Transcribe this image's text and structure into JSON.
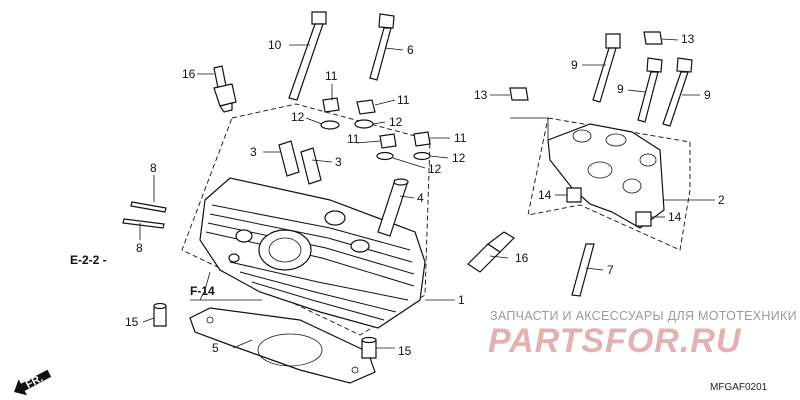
{
  "parts": [
    {
      "id": "1",
      "label": "1"
    },
    {
      "id": "2",
      "label": "2"
    },
    {
      "id": "3a",
      "label": "3"
    },
    {
      "id": "3b",
      "label": "3"
    },
    {
      "id": "4",
      "label": "4"
    },
    {
      "id": "5",
      "label": "5"
    },
    {
      "id": "6",
      "label": "6"
    },
    {
      "id": "7",
      "label": "7"
    },
    {
      "id": "8a",
      "label": "8"
    },
    {
      "id": "8b",
      "label": "8"
    },
    {
      "id": "9a",
      "label": "9"
    },
    {
      "id": "9b",
      "label": "9"
    },
    {
      "id": "9c",
      "label": "9"
    },
    {
      "id": "10",
      "label": "10"
    },
    {
      "id": "11a",
      "label": "11"
    },
    {
      "id": "11b",
      "label": "11"
    },
    {
      "id": "11c",
      "label": "11"
    },
    {
      "id": "11d",
      "label": "11"
    },
    {
      "id": "12a",
      "label": "12"
    },
    {
      "id": "12b",
      "label": "12"
    },
    {
      "id": "12c",
      "label": "12"
    },
    {
      "id": "12d",
      "label": "12"
    },
    {
      "id": "13a",
      "label": "13"
    },
    {
      "id": "13b",
      "label": "13"
    },
    {
      "id": "14a",
      "label": "14"
    },
    {
      "id": "14b",
      "label": "14"
    },
    {
      "id": "15a",
      "label": "15"
    },
    {
      "id": "15b",
      "label": "15"
    },
    {
      "id": "16a",
      "label": "16"
    },
    {
      "id": "16b",
      "label": "16"
    }
  ],
  "refs": {
    "e22": "E-2-2 -",
    "f14": "F-14"
  },
  "direction": "FR.",
  "watermark": {
    "tagline": "ЗАПЧАСТИ И АКСЕССУАРЫ ДЛЯ МОТОТЕХНИКИ",
    "brand": "PARTSFOR.RU"
  },
  "diagram_code": "MFGAF0201"
}
